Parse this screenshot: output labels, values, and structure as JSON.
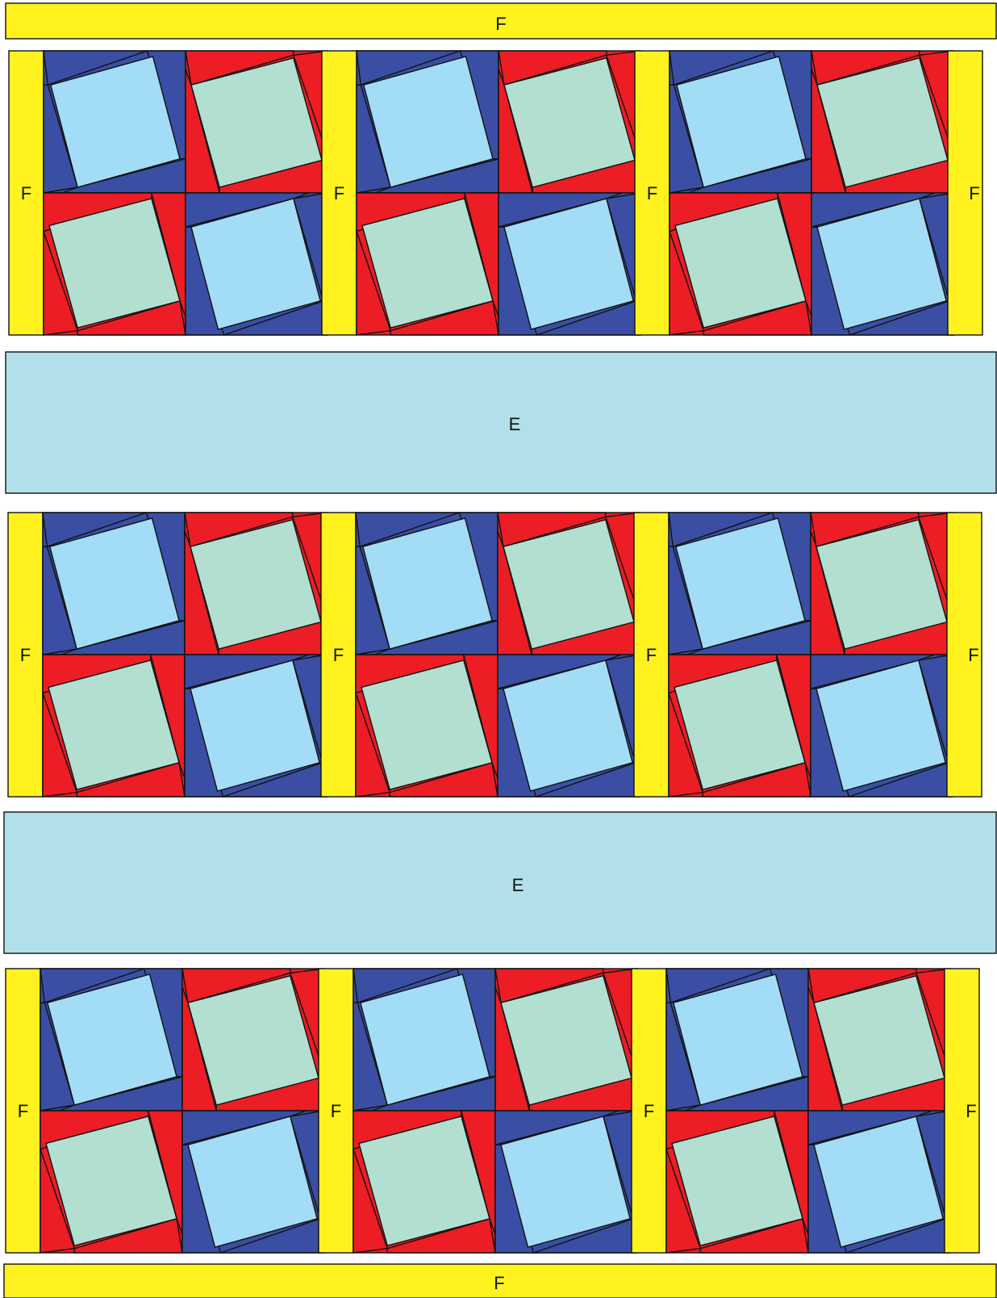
{
  "layout_diagram": {
    "top_border": {
      "label": "F"
    },
    "bottom_border": {
      "label": "F"
    },
    "sashing_rows": [
      {
        "label": "E"
      },
      {
        "label": "E"
      }
    ],
    "block_rows": [
      {
        "sash_labels": [
          "F",
          "F",
          "F",
          "F"
        ],
        "blocks": 3
      },
      {
        "sash_labels": [
          "F",
          "F",
          "F",
          "F"
        ],
        "blocks": 3
      },
      {
        "sash_labels": [
          "F",
          "F",
          "F",
          "F"
        ],
        "blocks": 3
      }
    ]
  },
  "colors": {
    "yellow_border": "#FFF21F",
    "light_aqua": "#B2E0EA",
    "navy": "#3A4FA3",
    "red": "#EC1D24",
    "sky_blue": "#A3DCF7",
    "sage_green": "#B2DFD0",
    "outline": "#111111"
  }
}
